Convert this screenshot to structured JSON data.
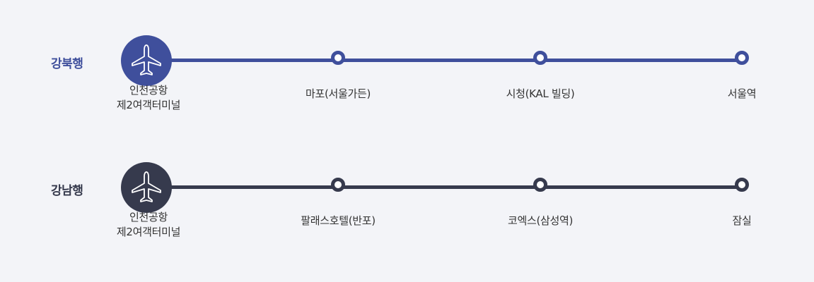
{
  "routes": [
    {
      "title": "강북행",
      "color": "#3f4f9c",
      "origin": {
        "line1": "인천공항",
        "line2": "제2여객터미널",
        "icon": "airplane-icon"
      },
      "stops": [
        "마포(서울가든)",
        "시청(KAL 빌딩)",
        "서울역"
      ]
    },
    {
      "title": "강남행",
      "color": "#363a4d",
      "origin": {
        "line1": "인천공항",
        "line2": "제2여객터미널",
        "icon": "airplane-icon"
      },
      "stops": [
        "팔래스호텔(반포)",
        "코엑스(삼성역)",
        "잠실"
      ]
    }
  ]
}
